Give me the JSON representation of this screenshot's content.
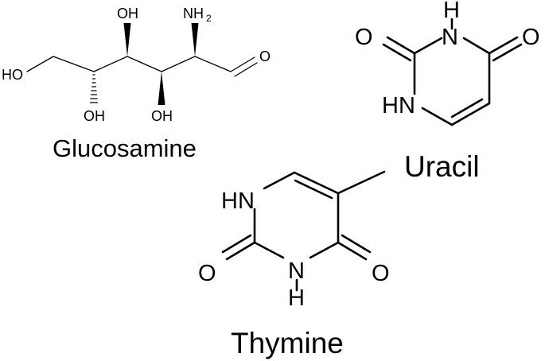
{
  "molecules": {
    "glucosamine": {
      "name": "Glucosamine",
      "atoms": {
        "oh_top": "OH",
        "nh2_n": "NH",
        "nh2_sub": "2",
        "aldehyde_o": "O",
        "ho_left": "HO",
        "oh_bottom_left": "OH",
        "oh_bottom_right": "OH"
      }
    },
    "uracil": {
      "name": "Uracil",
      "atoms": {
        "h_top": "H",
        "n_top": "N",
        "o_left": "O",
        "o_right": "O",
        "hn_bottom": "HN"
      }
    },
    "thymine": {
      "name": "Thymine",
      "atoms": {
        "hn_top": "HN",
        "o_left": "O",
        "o_right": "O",
        "n_bottom": "N",
        "h_bottom": "H"
      }
    }
  }
}
